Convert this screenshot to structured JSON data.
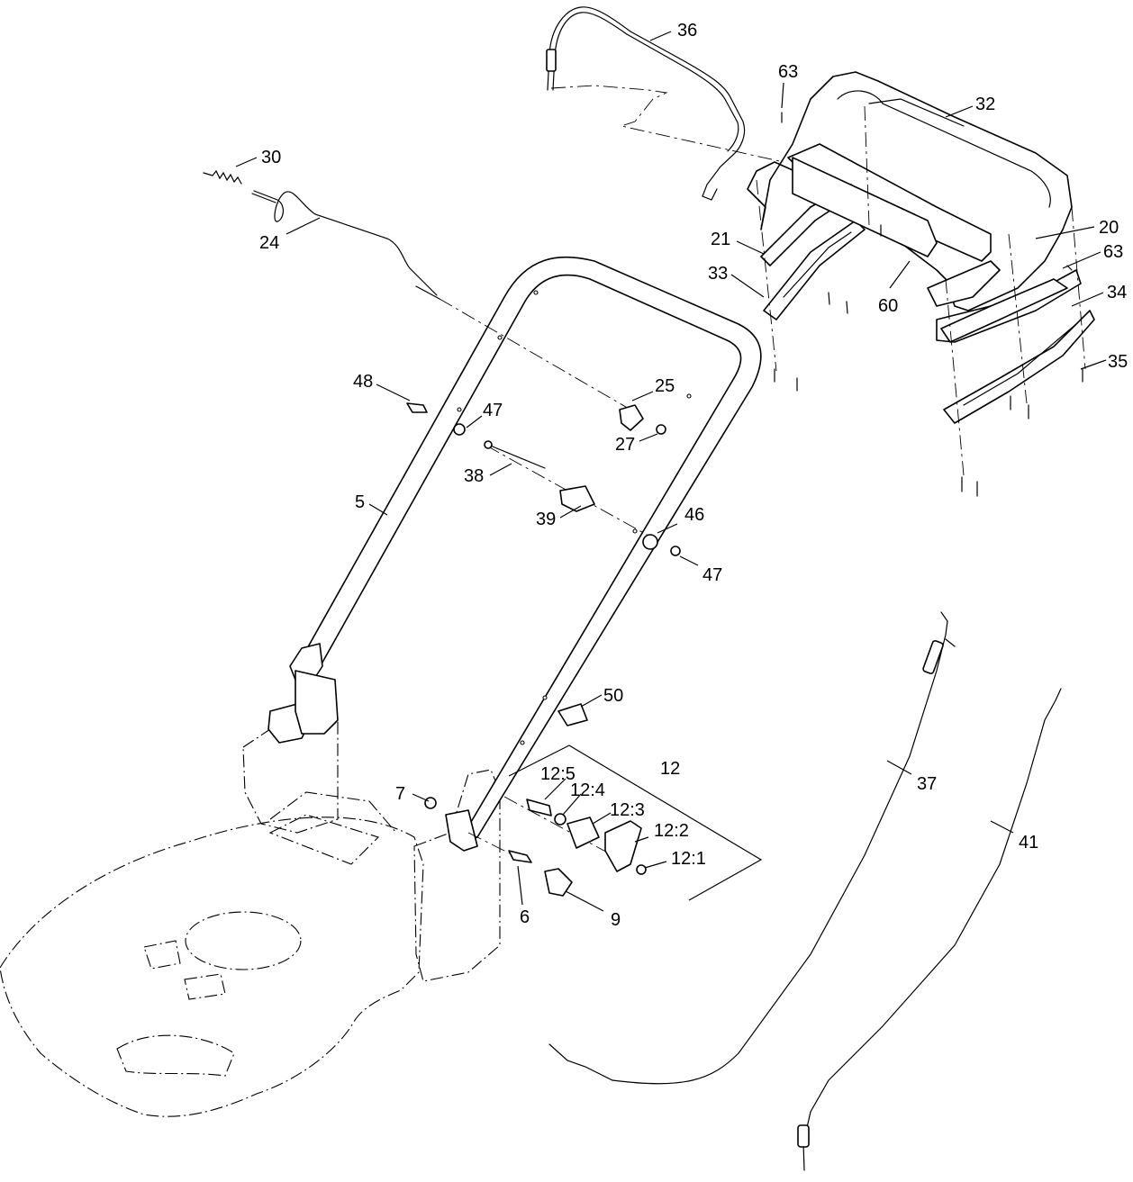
{
  "diagram": {
    "callouts": {
      "c36": "36",
      "c63a": "63",
      "c32": "32",
      "c30": "30",
      "c24": "24",
      "c21": "21",
      "c20": "20",
      "c63b": "63",
      "c33": "33",
      "c60": "60",
      "c34": "34",
      "c35": "35",
      "c48": "48",
      "c47a": "47",
      "c25": "25",
      "c27": "27",
      "c38": "38",
      "c5": "5",
      "c39": "39",
      "c46": "46",
      "c47b": "47",
      "c50": "50",
      "c12": "12",
      "c12_5": "12:5",
      "c12_4": "12:4",
      "c12_3": "12:3",
      "c12_2": "12:2",
      "c12_1": "12:1",
      "c7": "7",
      "c6": "6",
      "c9": "9",
      "c37": "37",
      "c41": "41"
    }
  }
}
